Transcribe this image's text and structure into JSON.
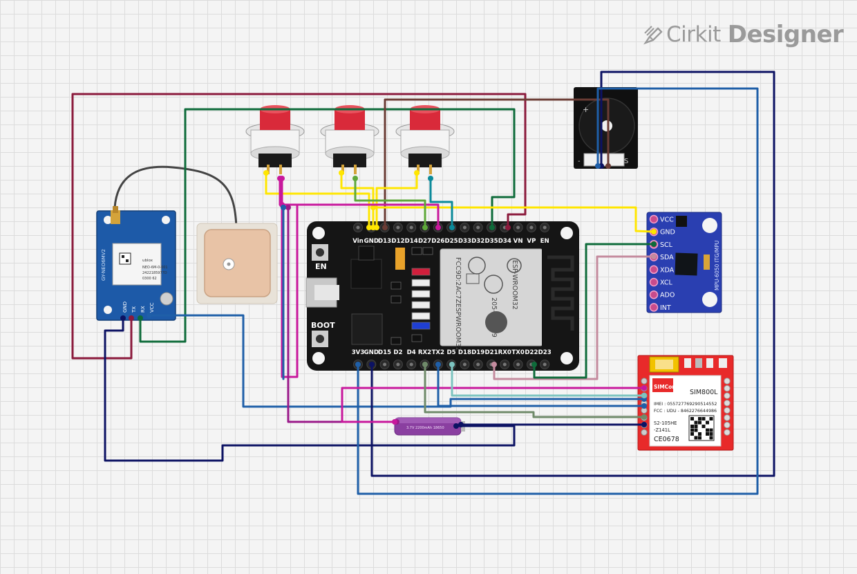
{
  "watermark": {
    "brand": "Cirkit",
    "product": "Designer"
  },
  "esp32": {
    "top_pins": [
      "Vin",
      "GND",
      "D13",
      "D12",
      "D14",
      "D27",
      "D26",
      "D25",
      "D33",
      "D32",
      "D35",
      "D34",
      "VN",
      "VP",
      "EN"
    ],
    "bottom_pins": [
      "3V3",
      "GND",
      "D15",
      "D2",
      "D4",
      "RX2",
      "TX2",
      "D5",
      "D18",
      "D19",
      "D21",
      "RX0",
      "TX0",
      "D22",
      "D23"
    ],
    "label_en": "EN",
    "label_boot": "BOOT",
    "module_name": "ESP-WROOM32",
    "module_fcc": "FCC9D:2AC7ZESPWROOM32",
    "module_code": "205-000519"
  },
  "gps": {
    "board_label": "GY-NEO6MV2",
    "chip_line1": "NEO-6M-0-001",
    "chip_line2": "2422185977D",
    "chip_line3": "0300 62",
    "chip_brand": "ublox",
    "pin_labels": [
      "VCC",
      "RX",
      "TX",
      "GND"
    ]
  },
  "mpu": {
    "pin_labels": [
      "VCC",
      "GND",
      "SCL",
      "SDA",
      "XDA",
      "XCL",
      "ADO",
      "INT"
    ],
    "board_label": "MPU-6050 ITG/MPU"
  },
  "sim": {
    "brand": "SIMCom",
    "model": "SIM800L",
    "imei": "IMEI : 055727769290514552",
    "fcc": "FCC : UDU - 8462276644986",
    "code1": "S2-105HE",
    "code2": "-Z141L",
    "ce": "CE0678"
  },
  "buzzer": {
    "minus": "-",
    "plus": "+",
    "s": "S"
  },
  "battery": {
    "label": "3.7V 2200mAh 18650"
  },
  "colors": {
    "maroon": "#8b1a3c",
    "green": "#0e6b3a",
    "brown": "#6b3c35",
    "navy": "#0c1263",
    "blue": "#1f5fa8",
    "yellow": "#ffe600",
    "magenta": "#c8189c",
    "lime": "#5ea83a",
    "teal": "#0b8a9a",
    "pink": "#c48b9e",
    "sage": "#6f8a6a",
    "cyan": "#7cc4c0",
    "purple": "#9a1a8a"
  }
}
